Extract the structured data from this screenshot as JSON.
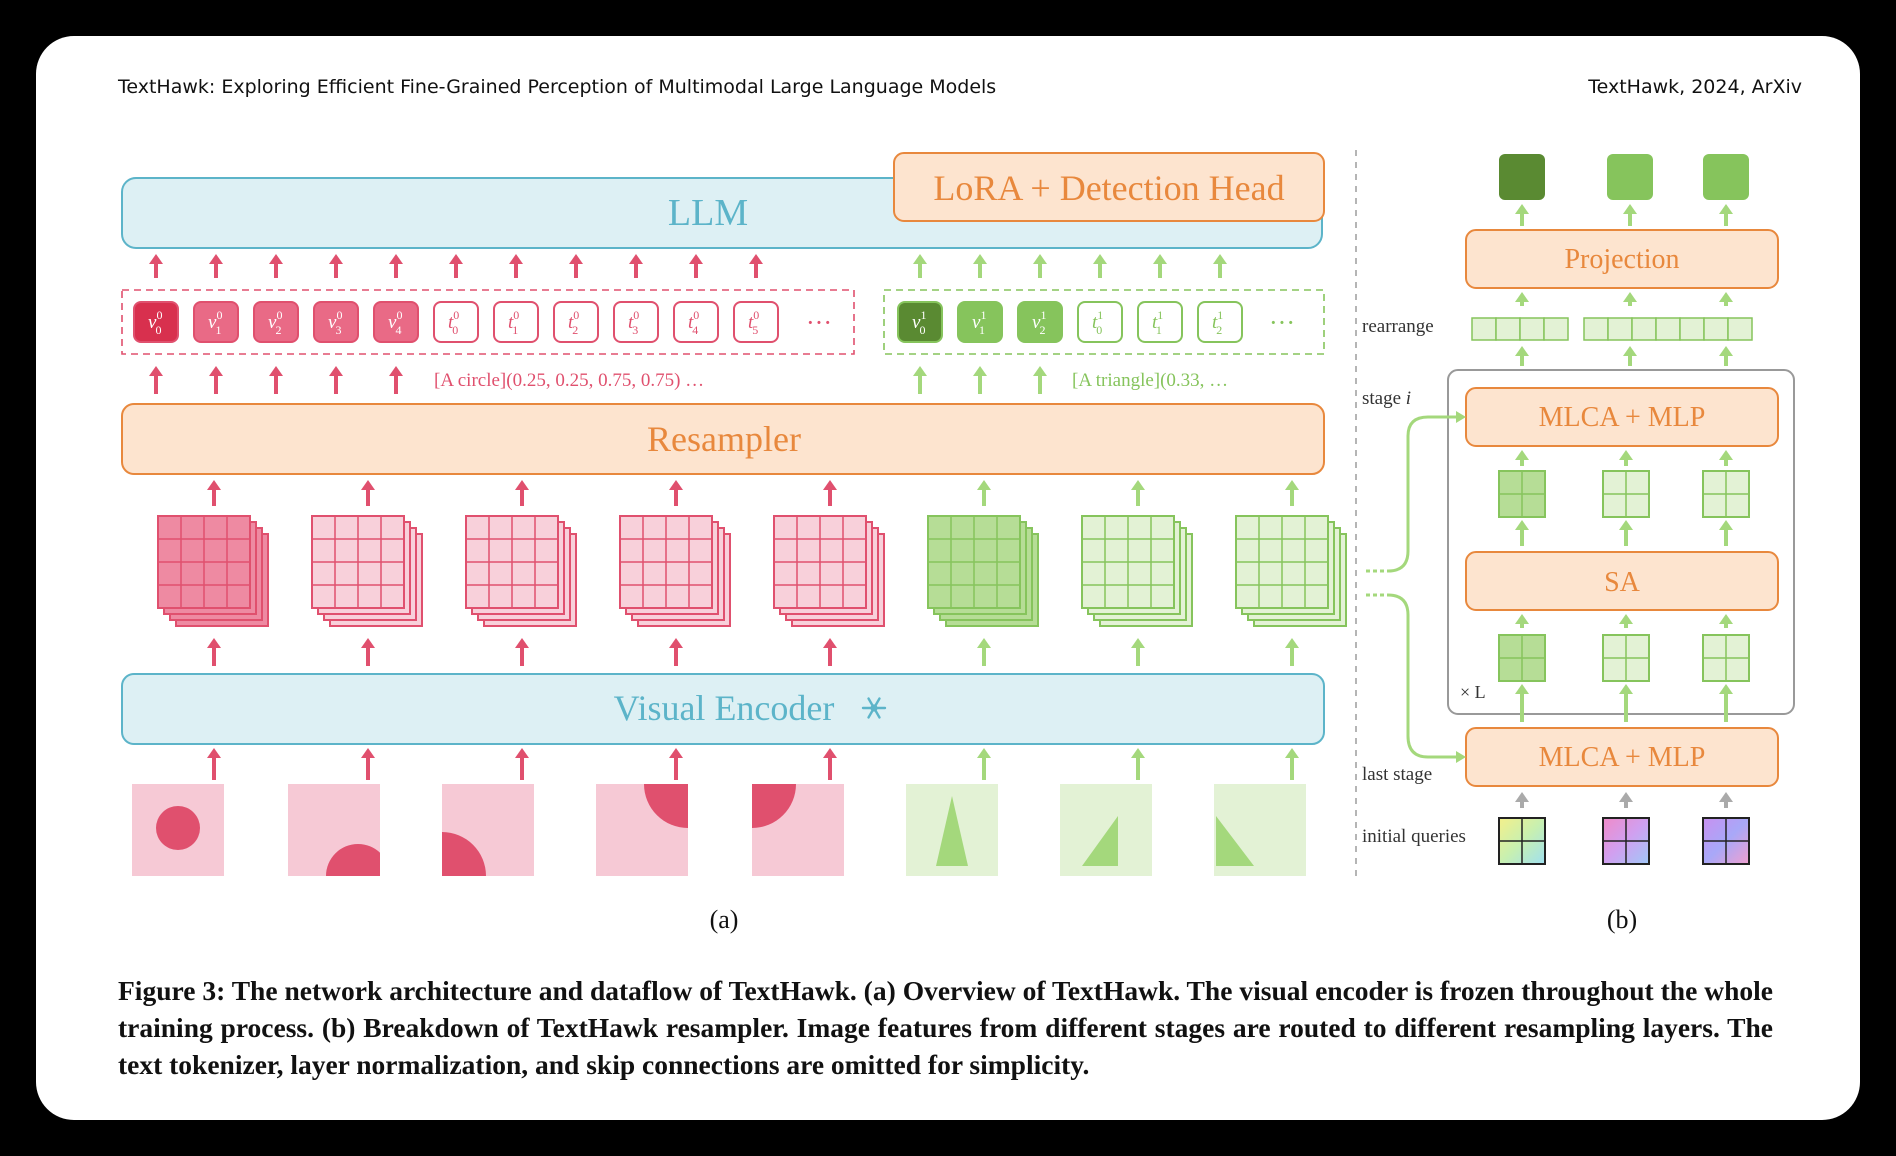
{
  "header": {
    "title": "TextHawk: Exploring Efficient Fine-Grained Perception of Multimodal Large Language Models",
    "venue": "TextHawk, 2024, ArXiv"
  },
  "figure": {
    "llm_label": "LLM",
    "lora_label": "LoRA + Detection Head",
    "resampler_label": "Resampler",
    "encoder_label": "Visual Encoder",
    "frozen_icon": "snowflake-icon",
    "red_text": "[A circle](0.25, 0.25, 0.75, 0.75) …",
    "green_text": "[A triangle](0.33, …",
    "red_tokens": [
      {
        "base": "v",
        "sup": "0",
        "sub": "0",
        "filled": true
      },
      {
        "base": "v",
        "sup": "0",
        "sub": "1",
        "filled": true
      },
      {
        "base": "v",
        "sup": "0",
        "sub": "2",
        "filled": true
      },
      {
        "base": "v",
        "sup": "0",
        "sub": "3",
        "filled": true
      },
      {
        "base": "v",
        "sup": "0",
        "sub": "4",
        "filled": true
      },
      {
        "base": "t",
        "sup": "0",
        "sub": "0",
        "filled": false
      },
      {
        "base": "t",
        "sup": "0",
        "sub": "1",
        "filled": false
      },
      {
        "base": "t",
        "sup": "0",
        "sub": "2",
        "filled": false
      },
      {
        "base": "t",
        "sup": "0",
        "sub": "3",
        "filled": false
      },
      {
        "base": "t",
        "sup": "0",
        "sub": "4",
        "filled": false
      },
      {
        "base": "t",
        "sup": "0",
        "sub": "5",
        "filled": false
      }
    ],
    "green_tokens": [
      {
        "base": "v",
        "sup": "1",
        "sub": "0",
        "filled": true
      },
      {
        "base": "v",
        "sup": "1",
        "sub": "1",
        "filled": true
      },
      {
        "base": "v",
        "sup": "1",
        "sub": "2",
        "filled": true
      },
      {
        "base": "t",
        "sup": "1",
        "sub": "0",
        "filled": false
      },
      {
        "base": "t",
        "sup": "1",
        "sub": "1",
        "filled": false
      },
      {
        "base": "t",
        "sup": "1",
        "sub": "2",
        "filled": false
      }
    ],
    "ellipsis": "···",
    "label_a": "(a)",
    "label_b": "(b)",
    "projection_label": "Projection",
    "mlca_label": "MLCA + MLP",
    "sa_label": "SA",
    "rearrange_label": "rearrange",
    "stage_i_label": "stage",
    "stage_i_var": "i",
    "last_stage_label": "last stage",
    "initial_queries_label": "initial queries",
    "times_l_label": "× L"
  },
  "caption": "Figure 3: The network architecture and dataflow of TextHawk. (a) Overview of TextHawk. The visual encoder is frozen throughout the whole training process. (b) Breakdown of TextHawk resampler. Image features from different stages are routed to different resampling layers. The text tokenizer, layer normalization, and skip connections are omitted for simplicity.",
  "colors": {
    "red": "#e0506e",
    "red_light": "#f6c9d5",
    "green": "#86c45c",
    "green_dark": "#5a8a32",
    "green_light": "#e3f2d5",
    "blue": "#5cb4c9",
    "blue_fill": "#ddf0f4",
    "orange": "#e8883d",
    "orange_fill": "#fde4cf"
  }
}
